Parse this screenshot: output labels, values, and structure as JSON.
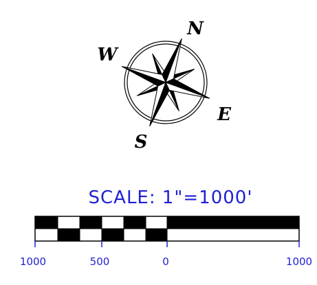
{
  "compass": {
    "labels": {
      "north": "N",
      "east": "E",
      "south": "S",
      "west": "W"
    },
    "rotation_degrees": 20,
    "color": "#000000"
  },
  "scale_bar": {
    "title": "SCALE:  1\"=1000'",
    "ticks": [
      "1000",
      "500",
      "0",
      "1000"
    ],
    "text_color": "#1f1fd6",
    "bar_color": "#000000"
  }
}
